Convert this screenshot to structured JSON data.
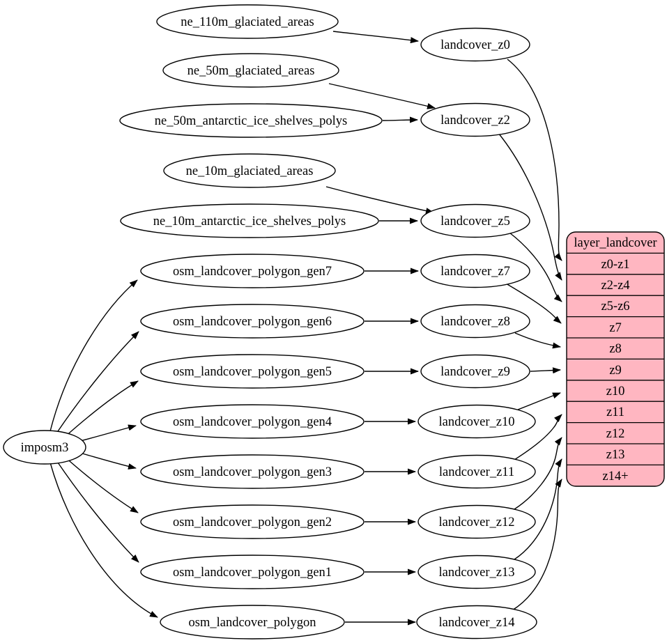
{
  "nodes": {
    "root": "imposm3",
    "sources": [
      "ne_110m_glaciated_areas",
      "ne_50m_glaciated_areas",
      "ne_50m_antarctic_ice_shelves_polys",
      "ne_10m_glaciated_areas",
      "ne_10m_antarctic_ice_shelves_polys",
      "osm_landcover_polygon_gen7",
      "osm_landcover_polygon_gen6",
      "osm_landcover_polygon_gen5",
      "osm_landcover_polygon_gen4",
      "osm_landcover_polygon_gen3",
      "osm_landcover_polygon_gen2",
      "osm_landcover_polygon_gen1",
      "osm_landcover_polygon"
    ],
    "intermediates": [
      "landcover_z0",
      "landcover_z2",
      "landcover_z5",
      "landcover_z7",
      "landcover_z8",
      "landcover_z9",
      "landcover_z10",
      "landcover_z11",
      "landcover_z12",
      "landcover_z13",
      "landcover_z14"
    ]
  },
  "table": {
    "title": "layer_landcover",
    "rows": [
      "z0-z1",
      "z2-z4",
      "z5-z6",
      "z7",
      "z8",
      "z9",
      "z10",
      "z11",
      "z12",
      "z13",
      "z14+"
    ]
  },
  "edges": [
    {
      "from": "imposm3",
      "to": "osm_landcover_polygon_gen7"
    },
    {
      "from": "imposm3",
      "to": "osm_landcover_polygon_gen6"
    },
    {
      "from": "imposm3",
      "to": "osm_landcover_polygon_gen5"
    },
    {
      "from": "imposm3",
      "to": "osm_landcover_polygon_gen4"
    },
    {
      "from": "imposm3",
      "to": "osm_landcover_polygon_gen3"
    },
    {
      "from": "imposm3",
      "to": "osm_landcover_polygon_gen2"
    },
    {
      "from": "imposm3",
      "to": "osm_landcover_polygon_gen1"
    },
    {
      "from": "imposm3",
      "to": "osm_landcover_polygon"
    },
    {
      "from": "ne_110m_glaciated_areas",
      "to": "landcover_z0"
    },
    {
      "from": "ne_50m_glaciated_areas",
      "to": "landcover_z2"
    },
    {
      "from": "ne_50m_antarctic_ice_shelves_polys",
      "to": "landcover_z2"
    },
    {
      "from": "ne_10m_glaciated_areas",
      "to": "landcover_z5"
    },
    {
      "from": "ne_10m_antarctic_ice_shelves_polys",
      "to": "landcover_z5"
    },
    {
      "from": "osm_landcover_polygon_gen7",
      "to": "landcover_z7"
    },
    {
      "from": "osm_landcover_polygon_gen6",
      "to": "landcover_z8"
    },
    {
      "from": "osm_landcover_polygon_gen5",
      "to": "landcover_z9"
    },
    {
      "from": "osm_landcover_polygon_gen4",
      "to": "landcover_z10"
    },
    {
      "from": "osm_landcover_polygon_gen3",
      "to": "landcover_z11"
    },
    {
      "from": "osm_landcover_polygon_gen2",
      "to": "landcover_z12"
    },
    {
      "from": "osm_landcover_polygon_gen1",
      "to": "landcover_z13"
    },
    {
      "from": "osm_landcover_polygon",
      "to": "landcover_z14"
    },
    {
      "from": "landcover_z0",
      "to": "layer_landcover:z0-z1"
    },
    {
      "from": "landcover_z2",
      "to": "layer_landcover:z2-z4"
    },
    {
      "from": "landcover_z5",
      "to": "layer_landcover:z5-z6"
    },
    {
      "from": "landcover_z7",
      "to": "layer_landcover:z7"
    },
    {
      "from": "landcover_z8",
      "to": "layer_landcover:z8"
    },
    {
      "from": "landcover_z9",
      "to": "layer_landcover:z9"
    },
    {
      "from": "landcover_z10",
      "to": "layer_landcover:z10"
    },
    {
      "from": "landcover_z11",
      "to": "layer_landcover:z11"
    },
    {
      "from": "landcover_z12",
      "to": "layer_landcover:z12"
    },
    {
      "from": "landcover_z13",
      "to": "layer_landcover:z13"
    },
    {
      "from": "landcover_z14",
      "to": "layer_landcover:z14+"
    }
  ],
  "colors": {
    "table_fill": "#ffb6c1",
    "node_fill": "#ffffff",
    "stroke": "#000000",
    "text": "#000000",
    "background": "#ffffff"
  }
}
